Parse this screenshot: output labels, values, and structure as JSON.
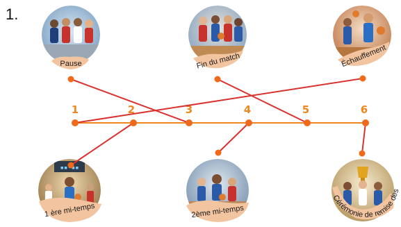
{
  "exercise_number": "1.",
  "colors": {
    "timeline": "#f0861f",
    "connector": "#d9322f",
    "dot": "#ef6a1a",
    "label_band": "#f2c49f"
  },
  "timeline": {
    "ticks": [
      "1",
      "2",
      "3",
      "4",
      "5",
      "6"
    ]
  },
  "pictures": [
    {
      "id": "pause",
      "label": "Pause",
      "row": "top",
      "icon": "team-on-bench-picture",
      "links_to": "3"
    },
    {
      "id": "fin",
      "label": "Fin du match",
      "row": "top",
      "icon": "players-after-match-picture",
      "links_to": "5"
    },
    {
      "id": "echauffement",
      "label": "Échauffement",
      "row": "top",
      "icon": "warming-up-picture",
      "links_to": "1"
    },
    {
      "id": "mi1",
      "label": "1 ère mi-temps",
      "row": "bottom",
      "icon": "first-half-picture",
      "links_to": "2"
    },
    {
      "id": "mi2",
      "label": "2ème mi-temps",
      "row": "bottom",
      "icon": "second-half-picture",
      "links_to": "4"
    },
    {
      "id": "ceremonie",
      "label": "Cérémonie de remise des prix",
      "row": "bottom",
      "icon": "trophy-ceremony-picture",
      "links_to": "6"
    }
  ]
}
